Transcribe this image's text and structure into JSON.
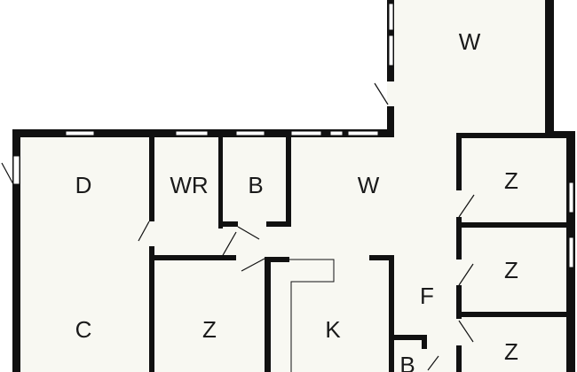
{
  "rooms": [
    {
      "key": "w_top",
      "label": "W"
    },
    {
      "key": "d",
      "label": "D"
    },
    {
      "key": "wr",
      "label": "WR"
    },
    {
      "key": "b_upper",
      "label": "B"
    },
    {
      "key": "w_main",
      "label": "W"
    },
    {
      "key": "z_right_1",
      "label": "Z"
    },
    {
      "key": "z_right_2",
      "label": "Z"
    },
    {
      "key": "z_right_3",
      "label": "Z"
    },
    {
      "key": "c",
      "label": "C"
    },
    {
      "key": "z_lower",
      "label": "Z"
    },
    {
      "key": "k",
      "label": "K"
    },
    {
      "key": "f",
      "label": "F"
    },
    {
      "key": "b_lower",
      "label": "B"
    }
  ],
  "colors": {
    "floor": "#f8f8f2",
    "wall": "#111111",
    "background": "#ffffff"
  }
}
